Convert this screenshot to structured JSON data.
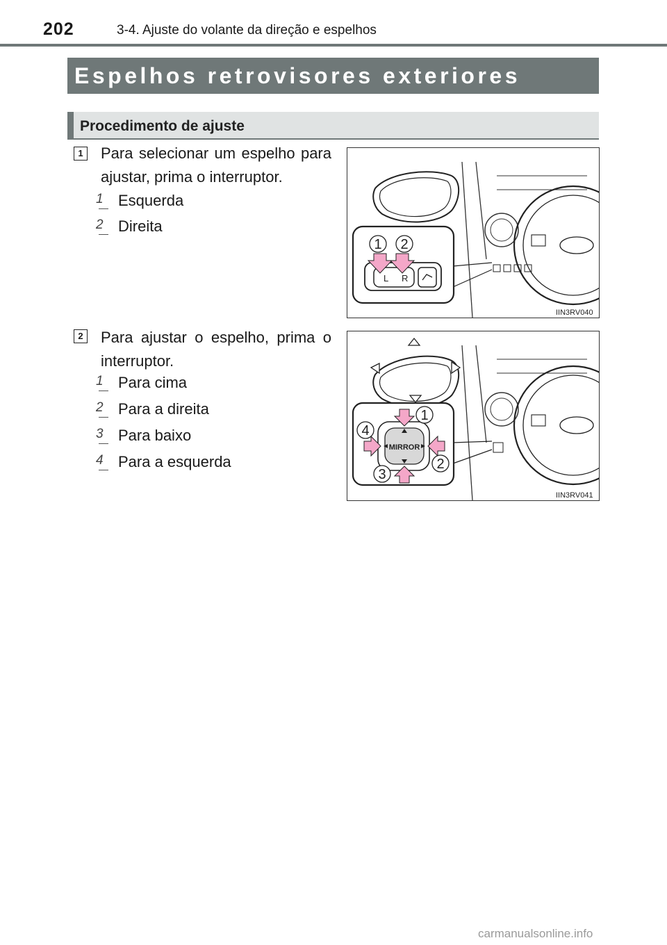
{
  "header": {
    "page_number": "202",
    "chapter_title": "3-4. Ajuste do volante da direção e espelhos"
  },
  "section": {
    "title": "Espelhos retrovisores exteriores"
  },
  "subsection": {
    "title": "Procedimento de ajuste"
  },
  "steps": [
    {
      "number": "1",
      "text": "Para selecionar um espelho para ajustar, prima o interruptor.",
      "items": [
        {
          "number": "1",
          "label": "Esquerda"
        },
        {
          "number": "2",
          "label": "Direita"
        }
      ],
      "figure": {
        "code": "IIN3RV040",
        "callouts": [
          "1",
          "2"
        ],
        "switch_labels": [
          "L",
          "R"
        ]
      }
    },
    {
      "number": "2",
      "text": "Para ajustar o espelho, prima o interruptor.",
      "items": [
        {
          "number": "1",
          "label": "Para cima"
        },
        {
          "number": "2",
          "label": "Para a direita"
        },
        {
          "number": "3",
          "label": "Para baixo"
        },
        {
          "number": "4",
          "label": "Para a esquerda"
        }
      ],
      "figure": {
        "code": "IIN3RV041",
        "callouts": [
          "1",
          "2",
          "3",
          "4"
        ],
        "switch_label": "MIRROR"
      }
    }
  ],
  "footer": {
    "watermark": "carmanualsonline.info"
  },
  "colors": {
    "banner": "#6f7878",
    "subheader_bg": "#e0e3e3",
    "arrow_fill": "#f4a7c8"
  }
}
